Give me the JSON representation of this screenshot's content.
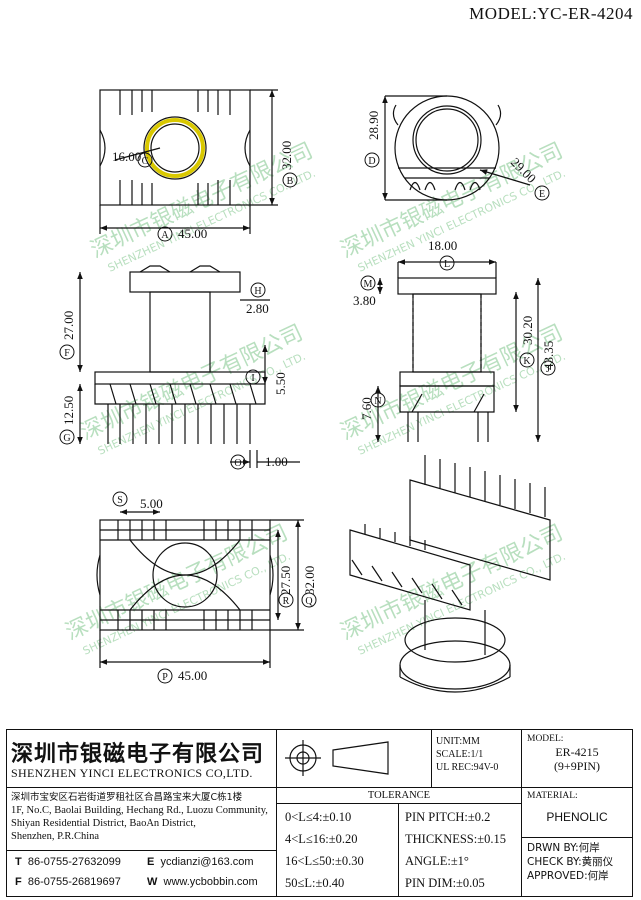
{
  "header": {
    "model": "MODEL:YC-ER-4204"
  },
  "watermark": {
    "cn": "深圳市银磁电子有限公司",
    "en": "SHENZHEN YINCI ELECTRONICS CO., LTD."
  },
  "dims": {
    "d45": "45.00",
    "d32": "32.00",
    "d16": "16.00",
    "d2890": "28.90",
    "d2900": "29.00",
    "d1800": "18.00",
    "d380": "3.80",
    "d2700": "27.00",
    "d280": "2.80",
    "d550": "5.50",
    "d1250": "12.50",
    "d100": "1.00",
    "d3020": "30.20",
    "d4335": "43.35",
    "d760": "7.60",
    "d500": "5.00",
    "d2750": "27.50",
    "d32b": "32.00",
    "d45b": "45.00"
  },
  "labels": {
    "A": "A",
    "B": "B",
    "C": "C",
    "D": "D",
    "E": "E",
    "F": "F",
    "G": "G",
    "H": "H",
    "I": "I",
    "J": "J",
    "K": "K",
    "L": "L",
    "M": "M",
    "N": "N",
    "O": "O",
    "P": "P",
    "Q": "Q",
    "R": "R",
    "S": "S"
  },
  "company": {
    "name_cn": "深圳市银磁电子有限公司",
    "name_en": "SHENZHEN YINCI ELECTRONICS CO,LTD.",
    "address_cn": "深圳市宝安区石岩街道罗租社区合昌路宝来大厦C栋1楼",
    "address_en_1": "1F, No.C, Baolai Building, Hechang Rd., Luozu Community,",
    "address_en_2": "Shiyan Residential District, BaoAn District,",
    "address_en_3": "Shenzhen, P.R.China",
    "tel_label": "T",
    "tel": "86-0755-27632099",
    "fax_label": "F",
    "fax": "86-0755-26819697",
    "email_label": "E",
    "email": "ycdianzi@163.com",
    "web_label": "W",
    "web": "www.ycbobbin.com"
  },
  "specs": {
    "unit": "UNIT:MM",
    "scale": "SCALE:1/1",
    "ul": "UL REC:94V-0",
    "model_label": "MODEL:",
    "model_value": "ER-4215",
    "model_pins": "(9+9PIN)",
    "material_label": "MATERIAL:",
    "material_value": "PHENOLIC",
    "tolerance_title": "TOLERANCE",
    "tol": [
      "0<L≤4:±0.10",
      "4<L≤16:±0.20",
      "16<L≤50:±0.30",
      "50≤L:±0.40"
    ],
    "tol2": [
      "PIN PITCH:±0.2",
      "THICKNESS:±0.15",
      "ANGLE:±1°",
      "PIN DIM:±0.05"
    ],
    "drawn": "DRWN BY:何岸",
    "check": "CHECK BY:黄丽仪",
    "approved": "APPROVED:何岸"
  }
}
